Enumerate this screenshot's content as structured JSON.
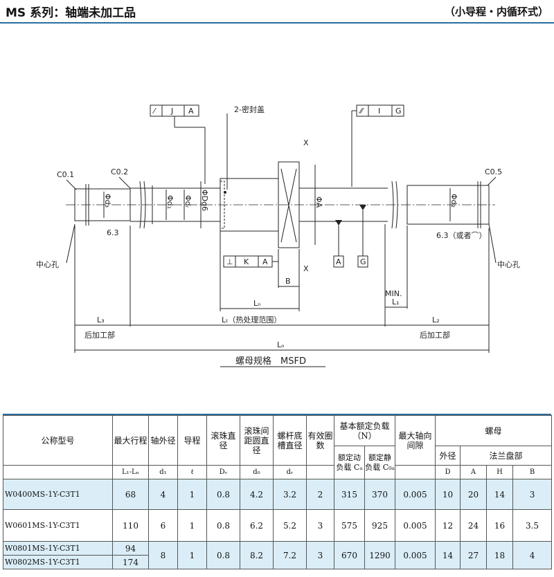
{
  "header": {
    "title": "MS 系列：轴端未加工品",
    "subtitle": "（小导程・内循环式）"
  },
  "drawing": {
    "labels": {
      "c01": "C0.1",
      "c02": "C0.2",
      "c05": "C0.5",
      "seal": "2-密封盖",
      "gdt_top_left": [
        "J",
        "A"
      ],
      "gdt_top_right": [
        "I",
        "G"
      ],
      "gdt_bottom": [
        "⊥",
        "K",
        "A"
      ],
      "datum_a": "A",
      "datum_g": "G",
      "x_mark": "X",
      "d3": "Φd₃",
      "d1": "Φd₁",
      "dr": "Φdᵣ",
      "dg6": "ΦDg6",
      "da": "ΦA",
      "d2": "Φd₂",
      "rough_left": "6.3",
      "rough_right": "6.3（或者⌒）",
      "center_hole": "中心孔",
      "b": "B",
      "ln": "Lₙ",
      "min": "MIN.",
      "l1": "L₁",
      "l3": "L₃",
      "lt": "Lₜ（热处理范围）",
      "l2": "L₂",
      "post_left": "后加工部",
      "post_right": "后加工部",
      "lo": "Lₒ",
      "nut_spec": "螺母规格　MSFD"
    }
  },
  "table": {
    "headers": {
      "model": "公称型号",
      "stroke": "最大行程",
      "shaft_od": "轴外径",
      "lead": "导程",
      "ball_dia": "滚珠直径",
      "pcd": "滚珠间距圆直径",
      "root_dia": "螺杆底槽直径",
      "turns": "有效圈数",
      "load": "基本额定负载",
      "load_unit": "（N）",
      "dyn": "额定动负载 Cₐ",
      "stat": "额定静负载 C₀ₐ",
      "backlash": "最大轴向间隙",
      "nut": "螺母",
      "nut_od": "外径",
      "flange": "法兰盘部"
    },
    "symbols": {
      "stroke": "L₁-Lₙ",
      "shaft_od": "d₁",
      "lead": "ℓ",
      "ball_dia": "Dᵥ",
      "pcd": "d₀",
      "root_dia": "dᵣ",
      "nut_od": "D",
      "a": "A",
      "h": "H",
      "b": "B"
    },
    "rows": [
      {
        "model": "W0400MS-1Y-C3T1",
        "stroke": "68",
        "d1": "4",
        "lead": "1",
        "ball": "0.8",
        "pcd": "4.2",
        "root": "3.2",
        "turns": "2",
        "ca": "315",
        "c0a": "370",
        "backlash": "0.005",
        "D": "10",
        "A": "20",
        "H": "14",
        "B": "3"
      },
      {
        "model": "W0601MS-1Y-C3T1",
        "stroke": "110",
        "d1": "6",
        "lead": "1",
        "ball": "0.8",
        "pcd": "6.2",
        "root": "5.2",
        "turns": "3",
        "ca": "575",
        "c0a": "925",
        "backlash": "0.005",
        "D": "12",
        "A": "24",
        "H": "16",
        "B": "3.5"
      }
    ],
    "group": {
      "models": [
        "W0801MS-1Y-C3T1",
        "W0802MS-1Y-C3T1"
      ],
      "strokes": [
        "94",
        "174"
      ],
      "d1": "8",
      "lead": "1",
      "ball": "0.8",
      "pcd": "8.2",
      "root": "7.2",
      "turns": "3",
      "ca": "670",
      "c0a": "1290",
      "backlash": "0.005",
      "D": "14",
      "A": "27",
      "H": "18",
      "B": "4"
    }
  }
}
